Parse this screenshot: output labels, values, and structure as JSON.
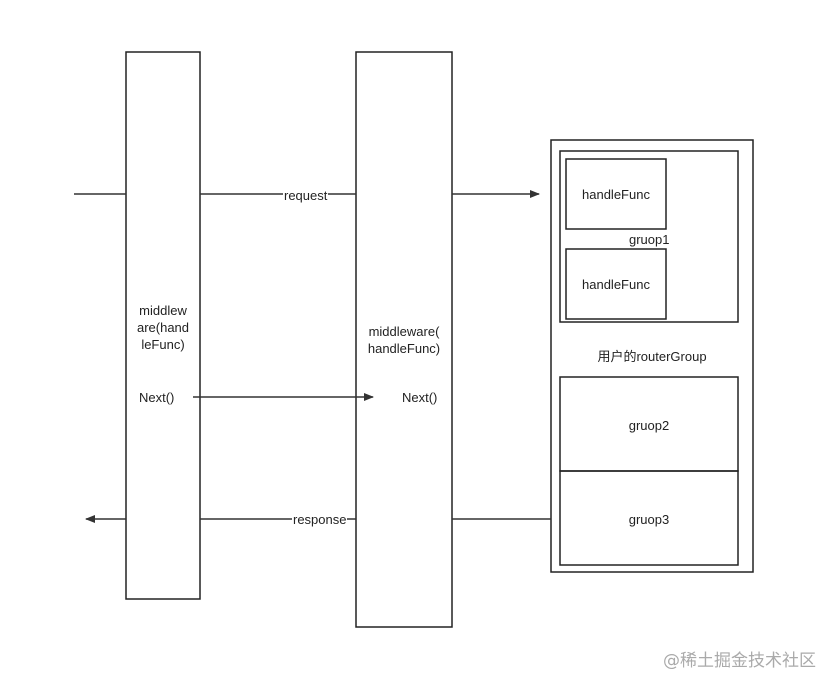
{
  "middleware1": {
    "label_lines": [
      "middlew",
      "are(hand",
      "leFunc)"
    ],
    "next": "Next()"
  },
  "middleware2": {
    "label_lines": [
      "middleware(",
      "handleFunc)"
    ],
    "next": "Next()"
  },
  "arrows": {
    "request": "request",
    "response": "response"
  },
  "router": {
    "title": "用户的routerGroup",
    "group1": {
      "label": "gruop1",
      "handlers": [
        "handleFunc",
        "handleFunc"
      ]
    },
    "group2": {
      "label": "gruop2"
    },
    "group3": {
      "label": "gruop3"
    }
  },
  "watermark": "@稀土掘金技术社区"
}
